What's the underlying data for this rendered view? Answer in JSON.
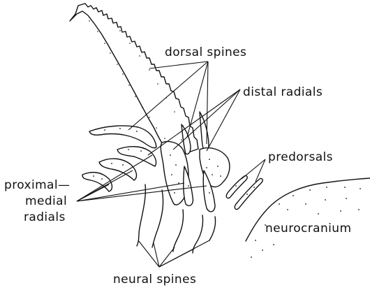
{
  "labels": {
    "dorsal_spines": "dorsal spines",
    "distal_radials": "distal radials",
    "predorsals": "predorsals",
    "proximal_medial_radials_line1": "proximal—",
    "proximal_medial_radials_line2": "medial",
    "proximal_medial_radials_line3": "radials",
    "neurocranium": "neurocranium",
    "neural_spines": "neural spines"
  },
  "colors": {
    "ink": "#111111",
    "paper": "#ffffff"
  }
}
